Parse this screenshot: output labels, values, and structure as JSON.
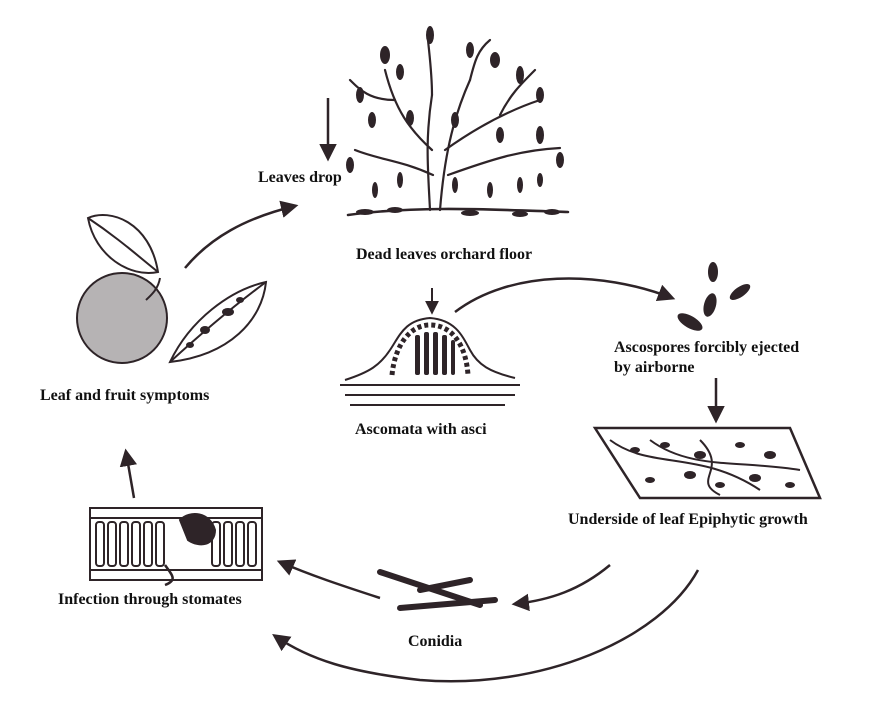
{
  "colors": {
    "ink": "#2e2428",
    "paper": "#ffffff",
    "text": "#111111"
  },
  "stages": [
    {
      "id": "leaves-drop",
      "label": "Leaves drop",
      "icon": "down-arrow"
    },
    {
      "id": "dead-leaves",
      "label": "Dead leaves orchard floor",
      "icon": "tree-icon"
    },
    {
      "id": "ascomata",
      "label": "Ascomata with asci",
      "icon": "ascoma-icon"
    },
    {
      "id": "ascospores",
      "label": "Ascospores forcibly ejected\nby airborne",
      "icon": "ascospore-icon"
    },
    {
      "id": "epiphytic",
      "label": "Underside of leaf Epiphytic growth",
      "icon": "leaf-section-icon"
    },
    {
      "id": "conidia",
      "label": "Conidia",
      "icon": "conidia-icon"
    },
    {
      "id": "infection",
      "label": "Infection through stomates",
      "icon": "leaf-cross-section-icon"
    },
    {
      "id": "symptoms",
      "label": "Leaf and fruit symptoms",
      "icon": "fruit-leaf-icon"
    }
  ]
}
